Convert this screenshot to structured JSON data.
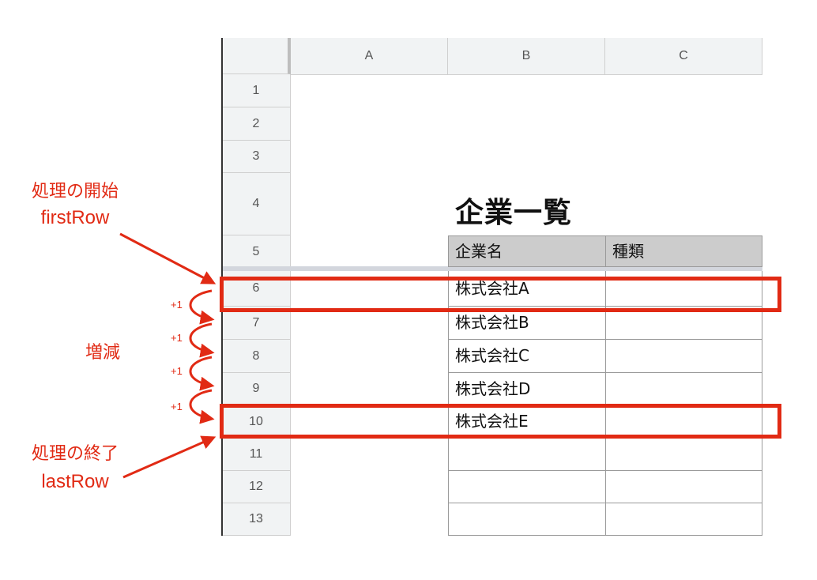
{
  "columns": [
    "A",
    "B",
    "C"
  ],
  "rows": [
    "1",
    "2",
    "3",
    "4",
    "5",
    "6",
    "7",
    "8",
    "9",
    "10",
    "11",
    "12",
    "13"
  ],
  "sheet_title": "企業一覧",
  "table_headers": [
    "企業名",
    "種類"
  ],
  "companies": [
    "株式会社A",
    "株式会社B",
    "株式会社C",
    "株式会社D",
    "株式会社E"
  ],
  "annotations": {
    "start_jp": "処理の開始",
    "start_var": "firstRow",
    "step": "増減",
    "increment": "+1",
    "end_jp": "処理の終了",
    "end_var": "lastRow"
  },
  "colors": {
    "accent": "#e12a14",
    "header_bg": "#cccccc",
    "grid_header_bg": "#f1f3f4"
  }
}
